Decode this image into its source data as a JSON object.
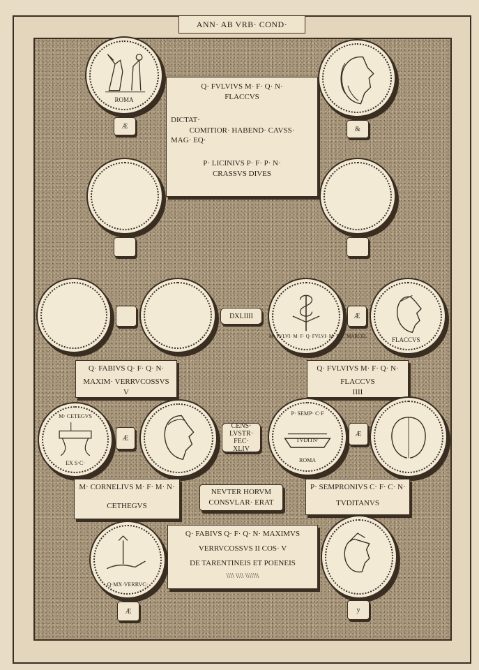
{
  "header": {
    "title": "ANN· AB VRB· COND·"
  },
  "top_plaque": {
    "line1": "Q· FVLVIVS  M· F· Q· N·",
    "line2": "FLACCVS",
    "line3": "DICTAT·",
    "line4": "COMITIOR· HABEND· CAVSS·",
    "line5": "MAG· EQ·",
    "line6": "P· LICINIVS  P· F· P· N·",
    "line7": "CRASSVS DIVES"
  },
  "coin_legends": {
    "roma_top": "ROMA",
    "mark_ae_top": "Æ",
    "mark_amp_top": "&",
    "fulvius_reverse": "M· FVLVI· M· F· Q· FVLVI· M· F· ... MARCEL",
    "flaccus_obverse": "FLACCVS",
    "mark_ae_mid": "Æ",
    "cethegus_reverse_top": "M· CETEGVS",
    "cethegus_reverse_bottom": "EX S·C·",
    "mark_ae_left": "Æ",
    "sempronius_top": "P· SEMP· C·F",
    "sempronius_mid": "TVDITN·",
    "sempronius_roma": "ROMA",
    "mark_ae_right": "Æ",
    "fabius_bottom": "Q·MX·VERRVC·",
    "mark_ae_bottom": "Æ",
    "mark_y_bottom": "y"
  },
  "center_link": {
    "dxliiii": "DXLIIII"
  },
  "fabius_plaque": {
    "line1": "Q· FABIVS  Q· F· Q· N·",
    "line2": "MAXIM· VERRVCOSSVS",
    "line3": "V"
  },
  "fulvius_plaque": {
    "line1": "Q· FVLVIVS  M· F· Q· N·",
    "line2": "FLACCVS",
    "line3": "IIII"
  },
  "census_link": {
    "line1": "CENS·",
    "line2": "LVSTR· FEC·",
    "line3": "XLIV"
  },
  "cornelius_plaque": {
    "line1": "M· CORNELIVS  M· F· M· N·",
    "line2": "CETHEGVS"
  },
  "neuter_plaque": {
    "line1": "NEVTER HORVM",
    "line2": "CONSVLAR· ERAT"
  },
  "sempronius_plaque": {
    "line1": "P· SEMPRONIVS  C· F· C· N·",
    "line2": "TVDITANVS"
  },
  "bottom_plaque": {
    "line1": "Q· FABIVS  Q· F· Q· N·  MAXIMVS",
    "line2": "VERRVCOSSVS  II  COS· V",
    "line3": "DE TARENTINEIS  ET  POENEIS",
    "line4": "\\\\\\\\  \\\\\\\\  \\\\\\\\\\\\\\"
  },
  "colors": {
    "paper": "#e8dcc4",
    "ink": "#2a2118",
    "stipple": "#a8967a",
    "plaque": "#f1e7d0"
  }
}
